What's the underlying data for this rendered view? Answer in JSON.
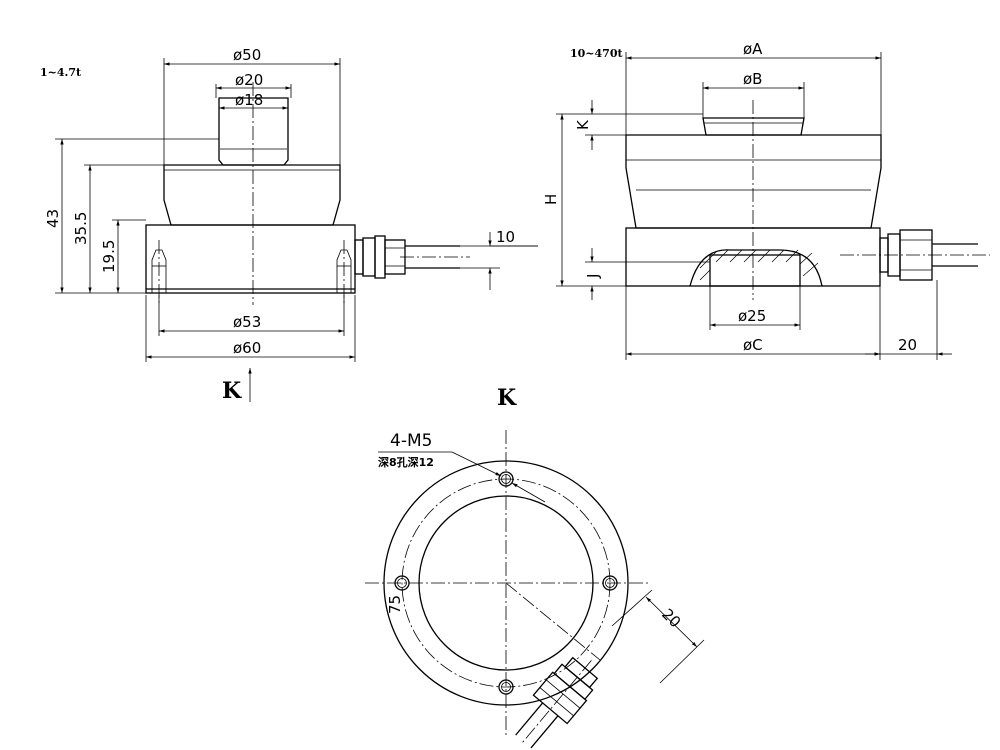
{
  "left_view": {
    "range_label": "1~4.7t",
    "dims": {
      "d50": "ø50",
      "d20": "ø20",
      "d18": "ø18",
      "h43": "43",
      "h35_5": "35.5",
      "h19_5": "19.5",
      "t10": "10",
      "d53": "ø53",
      "d60": "ø60"
    },
    "view_arrow_label": "K"
  },
  "right_view": {
    "range_label": "10~470t",
    "dims": {
      "dA": "øA",
      "dB": "øB",
      "K": "K",
      "H": "H",
      "J": "J",
      "d25": "ø25",
      "dC": "øC",
      "t20": "20"
    }
  },
  "bottom_view": {
    "title": "K",
    "thread_label": "4-M5",
    "depth_label": "深8孔深12",
    "angle_label": "75",
    "offset_label": "20"
  }
}
